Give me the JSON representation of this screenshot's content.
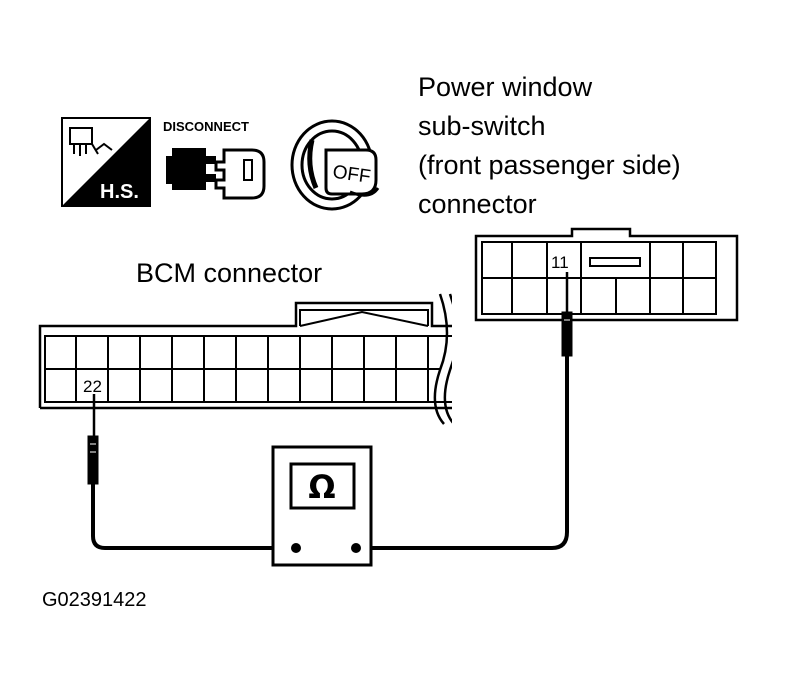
{
  "sub_switch_label": {
    "lines": [
      "Power window",
      "sub-switch",
      "(front passenger side)",
      "connector"
    ]
  },
  "bcm_label": "BCM connector",
  "bcm_pin": "22",
  "sub_switch_pin": "11",
  "icons": {
    "hs_text": "H.S.",
    "disconnect_text": "DISCONNECT",
    "off_text": "OFF"
  },
  "meter_symbol": "Ω",
  "figure_id": "G02391422"
}
